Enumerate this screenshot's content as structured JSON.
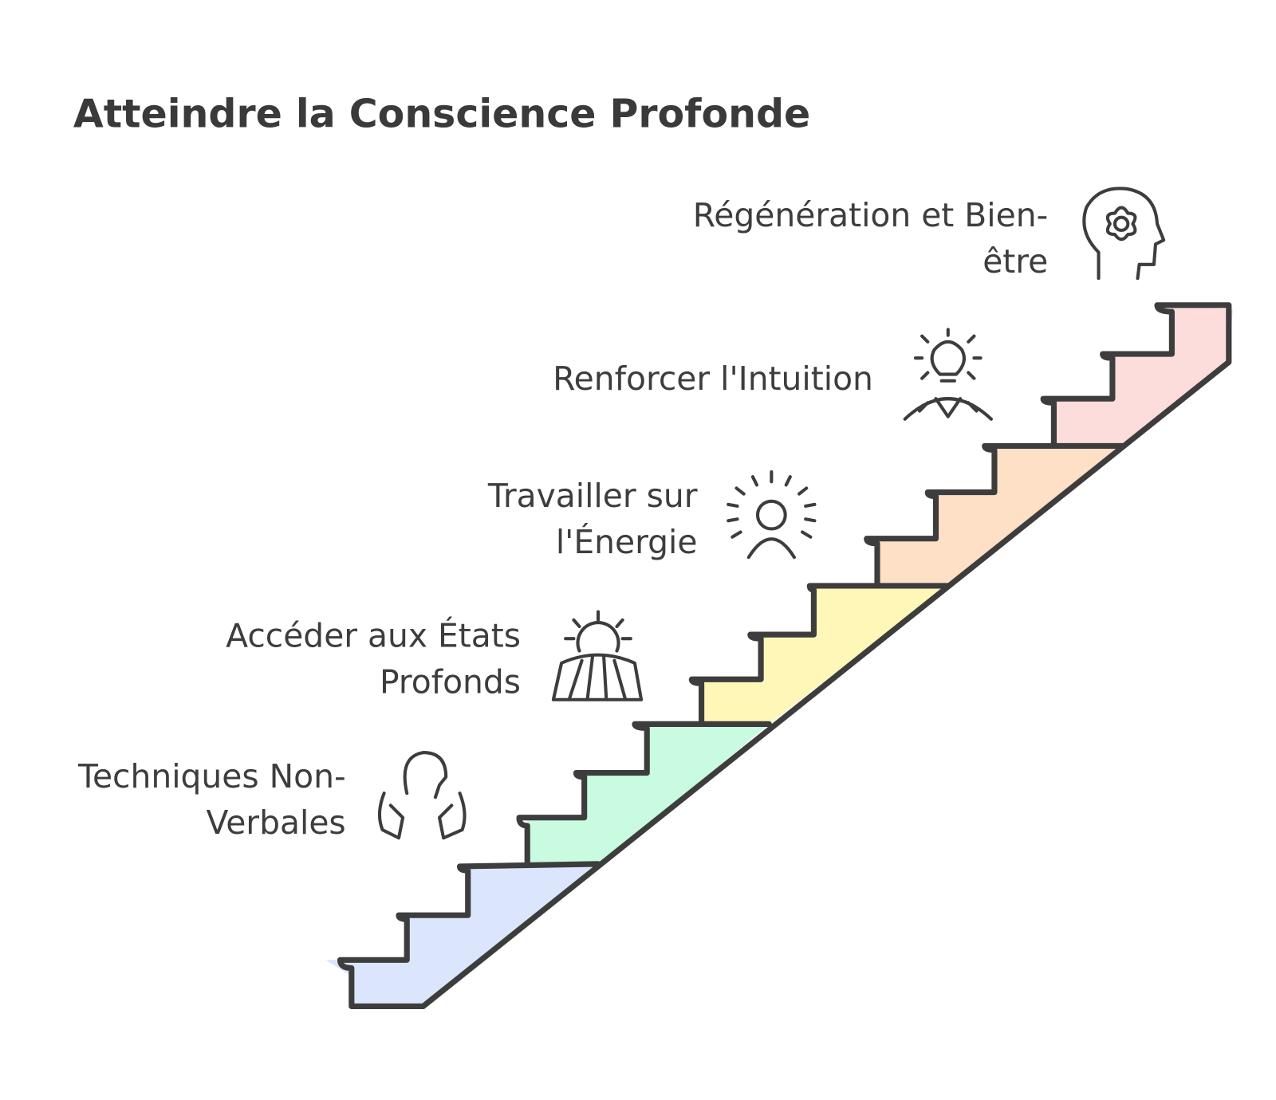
{
  "title": "Atteindre la Conscience Profonde",
  "steps": [
    {
      "label_lines": [
        "Techniques Non-",
        "Verbales"
      ],
      "icon": "person-hands-icon",
      "color": "#dbe6fd"
    },
    {
      "label_lines": [
        "Accéder aux États",
        "Profonds"
      ],
      "icon": "sunrise-icon",
      "color": "#c8fbe0"
    },
    {
      "label_lines": [
        "Travailler sur",
        "l'Énergie"
      ],
      "icon": "radiant-person-icon",
      "color": "#fff7b8"
    },
    {
      "label_lines": [
        "Renforcer l'Intuition"
      ],
      "icon": "lightbulb-person-icon",
      "color": "#fde0c6"
    },
    {
      "label_lines": [
        "Régénération et Bien-",
        "être"
      ],
      "icon": "mind-flower-icon",
      "color": "#fddcdc"
    }
  ],
  "colors": {
    "stroke": "#3d3d3d",
    "background": "#ffffff"
  }
}
